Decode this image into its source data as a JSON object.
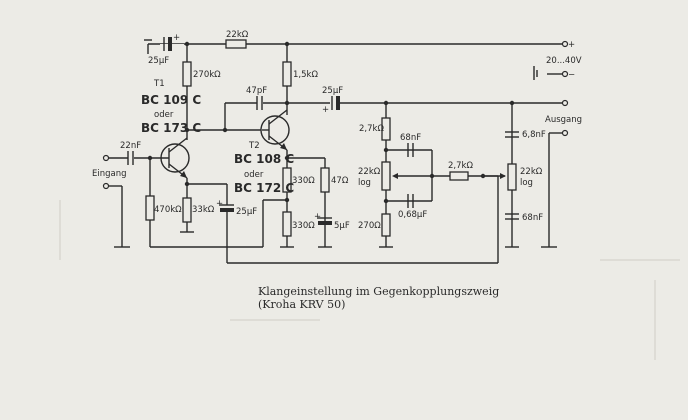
{
  "labels": {
    "c_in": "25µF",
    "r_top": "22kΩ",
    "plus": "+",
    "minus": "−",
    "supply": "20...40V",
    "r270k": "270kΩ",
    "r15k": "1,5kΩ",
    "c47p": "47pF",
    "c25u_top": "25µF",
    "t1": "T1",
    "t1_type_a": "BC 109 C",
    "t1_or": "oder",
    "t1_type_b": "BC 173 C",
    "t2": "T2",
    "t2_type_a": "BC 108 C",
    "t2_or": "oder",
    "t2_type_b": "BC 172 C",
    "c22n": "22nF",
    "eingang": "Eingang",
    "r470k": "470kΩ",
    "r33k": "33kΩ",
    "c25u_low": "25µF",
    "r330_a": "330Ω",
    "r330_b": "330Ω",
    "r47": "47Ω",
    "c5u": "5µF",
    "r27k_a": "2,7kΩ",
    "c68n_a": "68nF",
    "pot_a": "22kΩ",
    "pot_a_log": "log",
    "r27k_b": "2,7kΩ",
    "c068u": "0,68µF",
    "r270": "270Ω",
    "c68n_b": "6,8nF",
    "pot_b": "22kΩ",
    "pot_b_log": "log",
    "c68n_c": "68nF",
    "ausgang": "Ausgang"
  },
  "caption": {
    "line1": "Klangeinstellung im Gegenkopplungszweig",
    "line2": "(Kroha KRV 50)"
  }
}
